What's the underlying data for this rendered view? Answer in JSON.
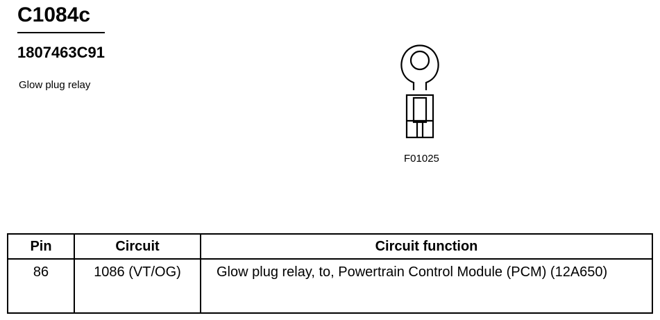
{
  "header": {
    "connector_id": "C1084c",
    "part_number": "1807463C91",
    "description": "Glow plug relay"
  },
  "figure": {
    "icon": "ring-terminal-icon",
    "code": "F01025"
  },
  "table": {
    "headers": {
      "pin": "Pin",
      "circuit": "Circuit",
      "function": "Circuit function"
    },
    "rows": [
      {
        "pin": "86",
        "circuit": "1086 (VT/OG)",
        "function": "Glow plug relay, to, Powertrain Control Module (PCM) (12A650)"
      }
    ]
  }
}
